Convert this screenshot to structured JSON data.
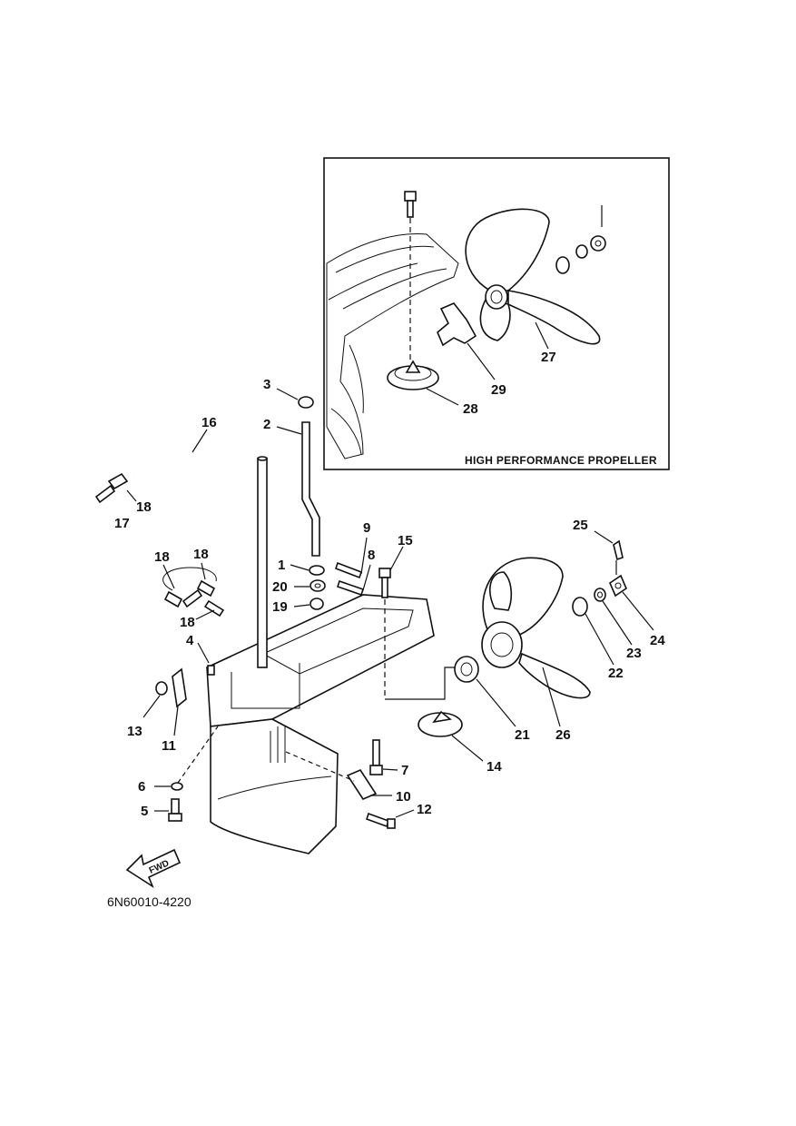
{
  "inset": {
    "caption": "HIGH PERFORMANCE PROPELLER"
  },
  "drawing_code": "6N60010-4220",
  "fwd_label": "FWD",
  "callouts": {
    "c1": "1",
    "c2": "2",
    "c3": "3",
    "c4": "4",
    "c5": "5",
    "c6": "6",
    "c7": "7",
    "c8": "8",
    "c9": "9",
    "c10": "10",
    "c11": "11",
    "c12": "12",
    "c13": "13",
    "c14": "14",
    "c15": "15",
    "c16": "16",
    "c17": "17",
    "c18a": "18",
    "c18b": "18",
    "c18c": "18",
    "c18d": "18",
    "c19": "19",
    "c20": "20",
    "c21": "21",
    "c22": "22",
    "c23": "23",
    "c24": "24",
    "c25": "25",
    "c26": "26",
    "c27": "27",
    "c28": "28",
    "c29": "29"
  }
}
